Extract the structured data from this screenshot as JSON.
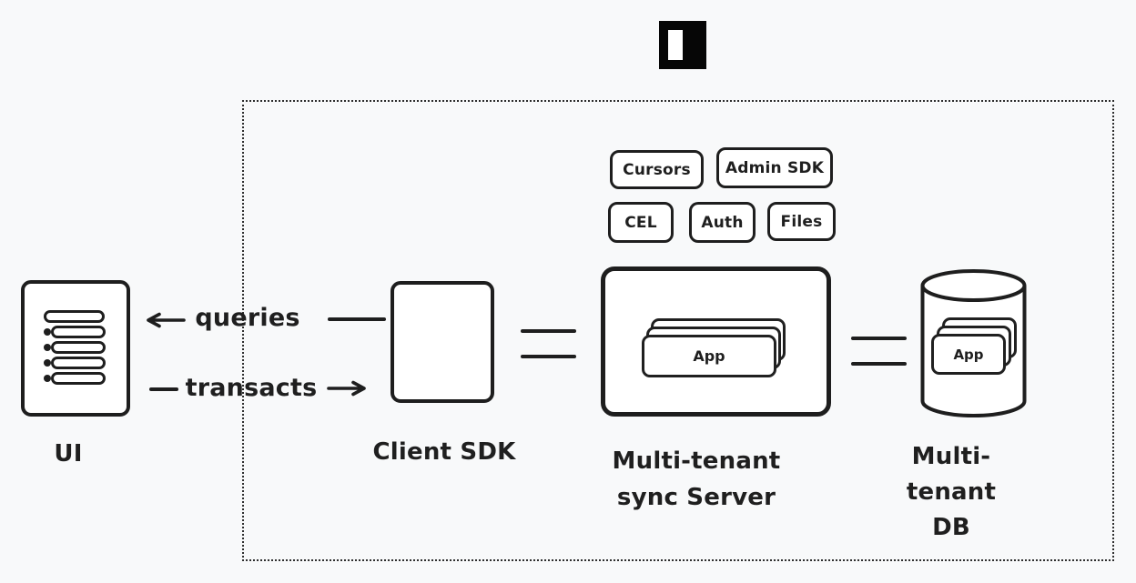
{
  "colors": {
    "background": "#f8f9fa",
    "stroke": "#1e1e1e",
    "fill": "#ffffff",
    "logo_background": "#060606",
    "logo_mark": "#ffffff"
  },
  "nodes": {
    "ui": {
      "label": "UI"
    },
    "client_sdk": {
      "label": "Client SDK"
    },
    "sync_server": {
      "label_line1": "Multi-tenant",
      "label_line2": "sync Server",
      "card_label": "App"
    },
    "db": {
      "label_line1": "Multi-tenant",
      "label_line2": "DB",
      "card_label": "App"
    }
  },
  "edges": {
    "queries": {
      "label": "queries"
    },
    "transacts": {
      "label": "transacts"
    }
  },
  "badges": [
    {
      "label": "Cursors"
    },
    {
      "label": "Admin SDK"
    },
    {
      "label": "CEL"
    },
    {
      "label": "Auth"
    },
    {
      "label": "Files"
    }
  ]
}
